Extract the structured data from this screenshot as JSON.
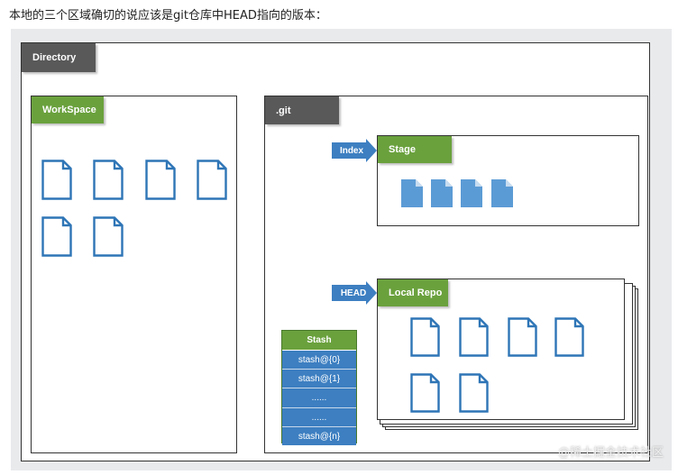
{
  "caption": "本地的三个区域确切的说应该是git仓库中HEAD指向的版本：",
  "diagram": {
    "directory_label": "Directory",
    "workspace_label": "WorkSpace",
    "git_label": ".git",
    "index_label": "Index",
    "stage_label": "Stage",
    "head_label": "HEAD",
    "local_repo_label": "Local Repo",
    "stash": {
      "title": "Stash",
      "entries": [
        "stash@{0}",
        "stash@{1}",
        "......",
        "......",
        "stash@{n}"
      ]
    }
  },
  "icons": {
    "file": "document-icon",
    "arrow": "right-arrow-icon"
  },
  "colors": {
    "dark_tag": "#595959",
    "green_tag": "#6aa13d",
    "blue_file": "#2e75b6",
    "filled_file": "#5b9bd5",
    "arrow_blue": "#3d7fc1"
  },
  "watermark": "@稀土掘金技术社区"
}
